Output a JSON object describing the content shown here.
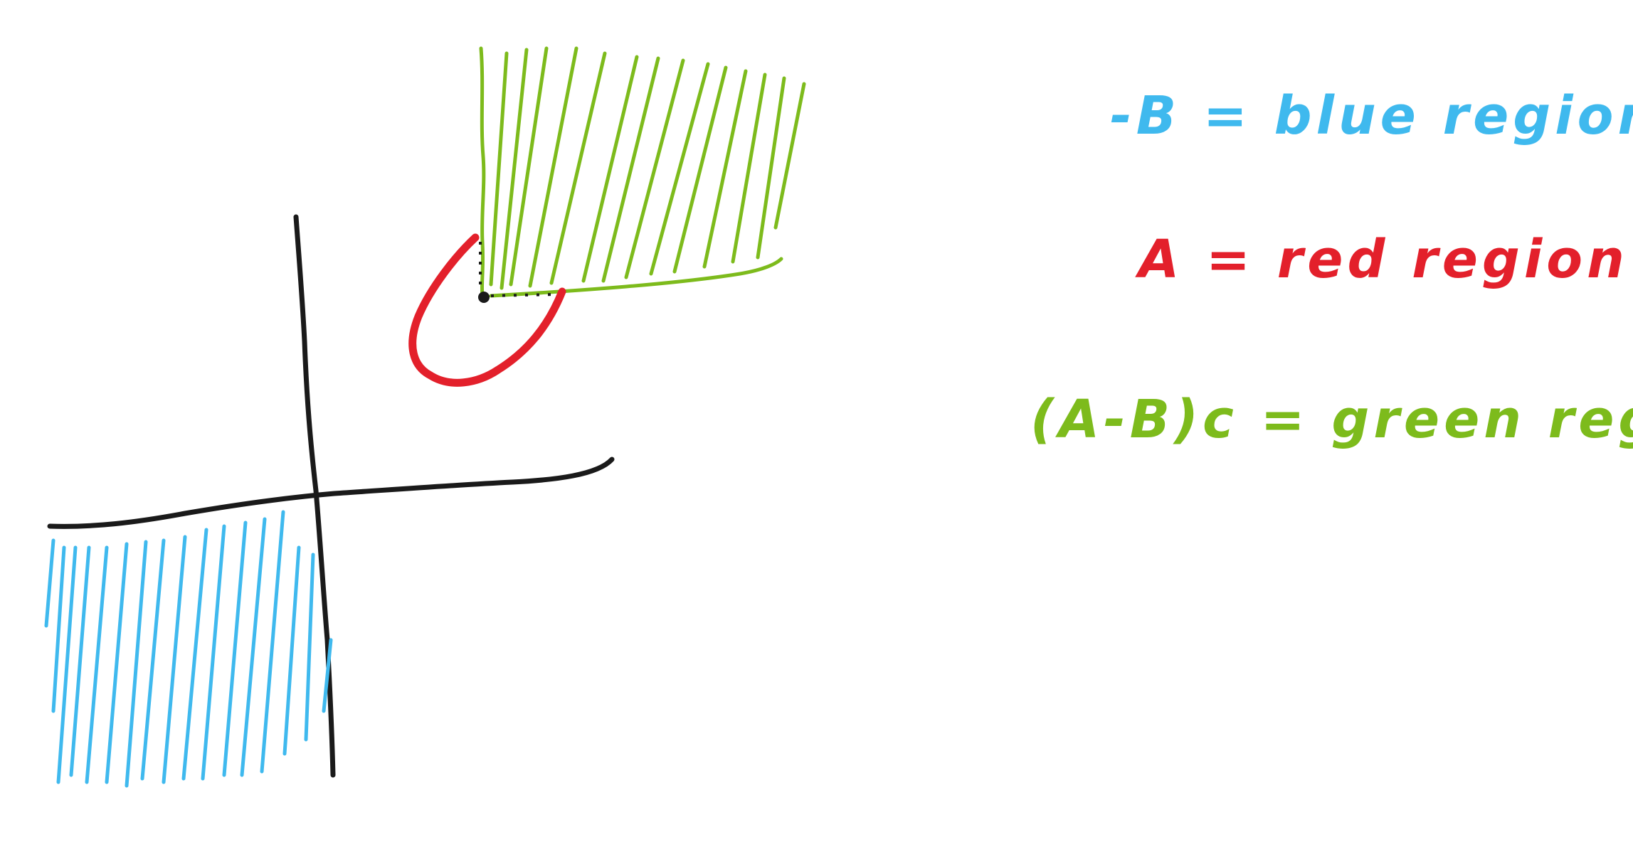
{
  "colors": {
    "background": "#ffffff",
    "axes": "#1a1a1a",
    "blue": "#3fb9ee",
    "red": "#e3202b",
    "green": "#7dbb1c"
  },
  "legend": {
    "blue": "-B = blue region",
    "red": "A = red region",
    "green": "(A-B)c = green region"
  },
  "regions": [
    {
      "name": "blue",
      "meaning": "-B"
    },
    {
      "name": "red",
      "meaning": "A"
    },
    {
      "name": "green",
      "meaning": "(A-B)c"
    }
  ]
}
